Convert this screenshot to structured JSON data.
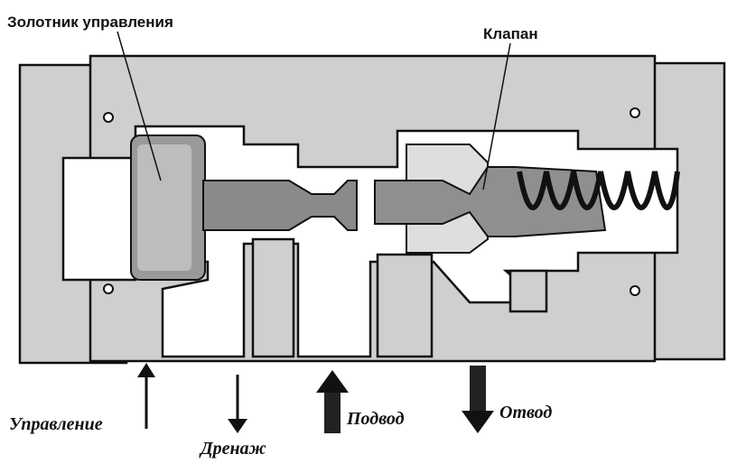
{
  "labels": {
    "control_spool": "Золотник управления",
    "valve": "Клапан",
    "control": "Управление",
    "drain": "Дренаж",
    "supply": "Подвод",
    "outlet": "Отвод"
  },
  "colors": {
    "body": "#cfcfcf",
    "line": "#111111",
    "background": "#ffffff"
  }
}
